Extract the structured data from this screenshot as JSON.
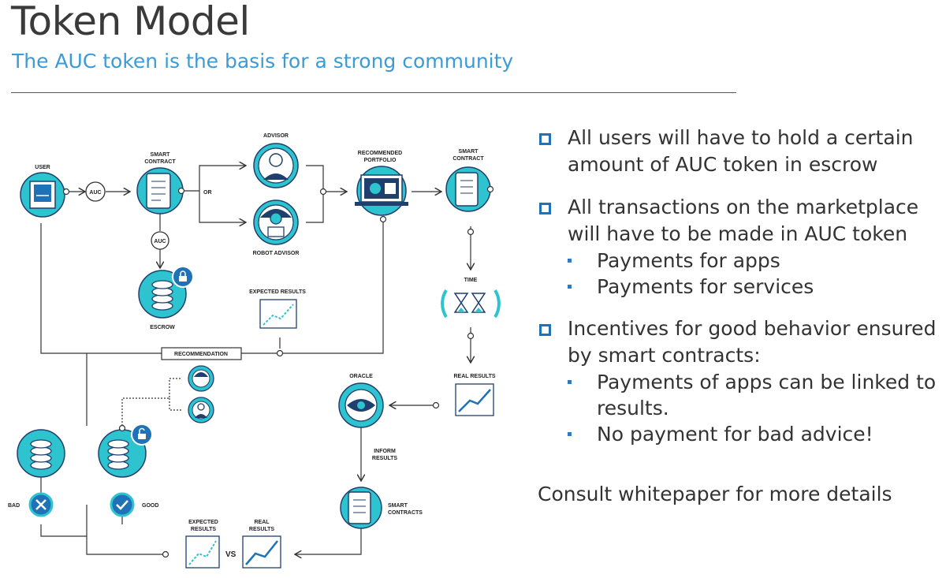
{
  "header": {
    "title": "Token Model",
    "subtitle": "The AUC token is the basis for a strong community"
  },
  "diagram": {
    "labels": {
      "user": "USER",
      "auc": "AUC",
      "smart_contract": "SMART",
      "smart_contract_2": "CONTRACT",
      "or": "OR",
      "advisor": "ADVISOR",
      "robot_advisor": "ROBOT ADVISOR",
      "recommended": "RECOMMENDED",
      "portfolio": "PORTFOLIO",
      "smart2_a": "SMART",
      "smart2_b": "CONTRACT",
      "auc_escrow": "AUC",
      "escrow": "ESCROW",
      "expected_results": "EXPECTED RESULTS",
      "recommendation": "RECOMMENDATION",
      "time": "TIME",
      "real_results": "REAL RESULTS",
      "oracle": "ORACLE",
      "inform": "INFORM",
      "results": "RESULTS",
      "smart3_a": "SMART",
      "smart3_b": "CONTRACTS",
      "bad": "BAD",
      "good": "GOOD",
      "expected_a": "EXPECTED",
      "expected_b": "RESULTS",
      "real_a": "REAL",
      "real_b": "RESULTS",
      "vs": "VS"
    }
  },
  "bullets": [
    {
      "text": "All users will have to hold a certain amount of AUC token in escrow",
      "subs": []
    },
    {
      "text": "All transactions on the marketplace will have to be made in AUC token",
      "subs": [
        "Payments for apps",
        "Payments for services"
      ]
    },
    {
      "text": "Incentives for good behavior ensured by smart contracts:",
      "subs": [
        "Payments of apps can be linked to results.",
        "No payment for bad advice!"
      ]
    }
  ],
  "consult": "Consult whitepaper for more details",
  "colors": {
    "accent": "#3b9bd6",
    "teal": "#2ec4cf",
    "navy": "#1f3f6e",
    "bullet": "#1f72b8"
  }
}
